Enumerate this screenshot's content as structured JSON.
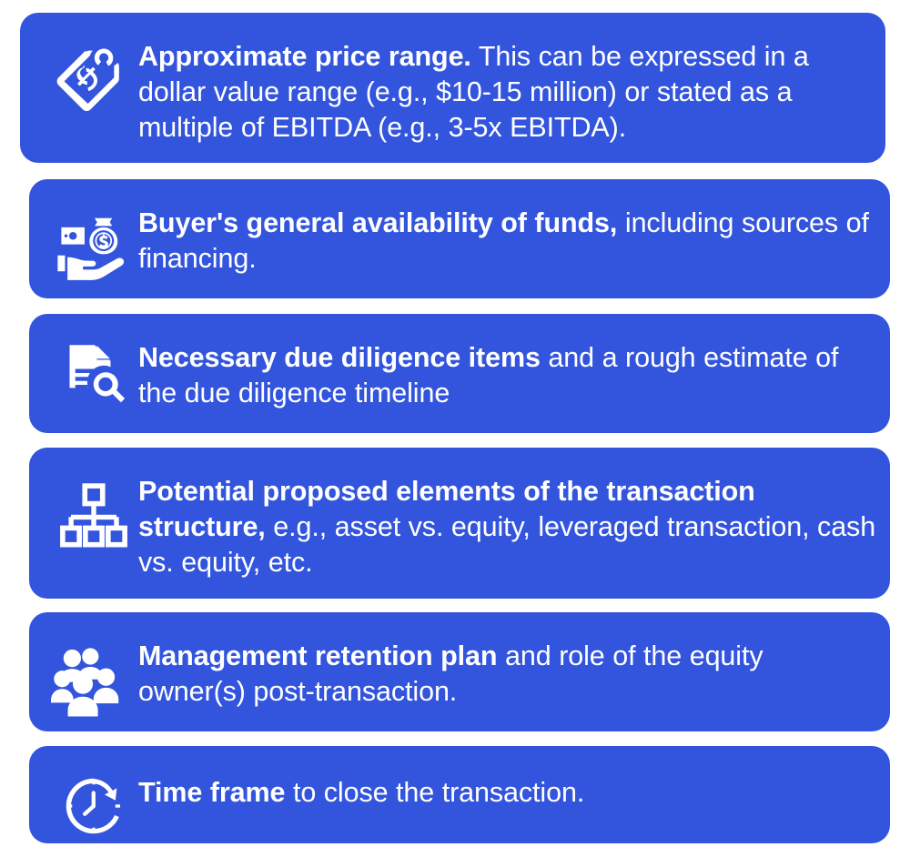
{
  "theme": {
    "card_background": "#3355dd",
    "text_color": "#ffffff",
    "page_background": "#ffffff"
  },
  "cards": [
    {
      "icon": "price-tag-dollar-icon",
      "lead": "Approximate price range.",
      "rest": " This can be expressed in a dollar value range (e.g., $10-15 million) or stated as a multiple of EBITDA (e.g., 3-5x EBITDA)."
    },
    {
      "icon": "hand-holding-money-icon",
      "lead": "Buyer's general availability of funds,",
      "rest": " including sources of financing."
    },
    {
      "icon": "document-review-icon",
      "lead": "Necessary due diligence items",
      "rest": " and a rough estimate of the due diligence timeline"
    },
    {
      "icon": "org-chart-icon",
      "lead": "Potential proposed elements of the transaction structure,",
      "rest": " e.g., asset vs. equity, leveraged transaction, cash vs. equity, etc."
    },
    {
      "icon": "people-group-icon",
      "lead": "Management retention plan",
      "rest": " and role of the equity owner(s) post-transaction."
    },
    {
      "icon": "clock-arrow-icon",
      "lead": "Time frame",
      "rest": " to close the transaction."
    }
  ]
}
